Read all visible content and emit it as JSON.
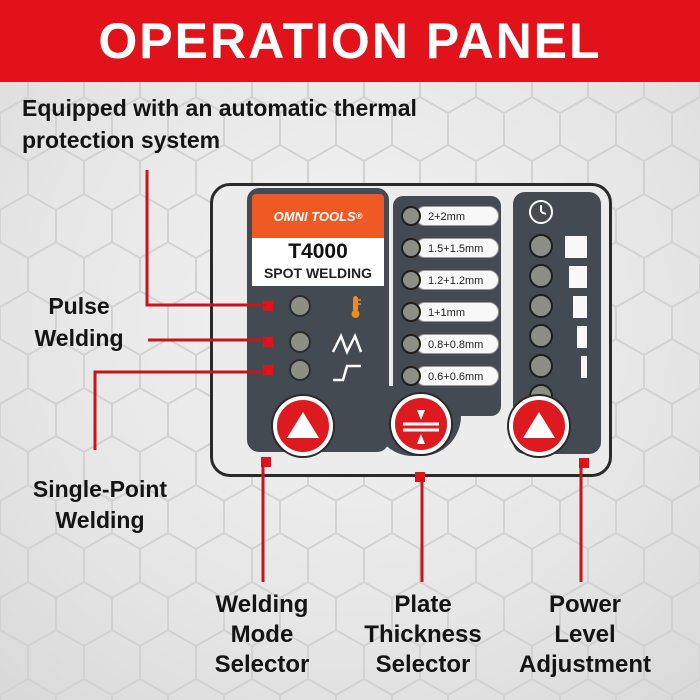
{
  "banner": {
    "title": "OPERATION PANEL"
  },
  "callouts": {
    "thermal": [
      "Equipped with an automatic thermal",
      "protection system"
    ],
    "pulse": [
      "Pulse",
      "Welding"
    ],
    "single_point": [
      "Single-Point",
      "Welding"
    ],
    "mode_selector": [
      "Welding",
      "Mode",
      "Selector"
    ],
    "plate_selector": [
      "Plate",
      "Thickness",
      "Selector"
    ],
    "power": [
      "Power",
      "Level",
      "Adjustment"
    ]
  },
  "panel": {
    "brand": "OMNI TOOLS",
    "registered_mark": "®",
    "model": "T4000",
    "model_sub": "SPOT WELDING",
    "thickness_options": [
      "2+2mm",
      "1.5+1.5mm",
      "1.2+1.2mm",
      "1+1mm",
      "0.8+0.8mm",
      "0.6+0.6mm"
    ],
    "power_levels": 5
  },
  "colors": {
    "banner": "#e2121b",
    "brand": "#ef5a24",
    "button": "#dd1a1f",
    "panel_dark": "#444a52",
    "led": "#8b8f85"
  },
  "icons": {
    "thermal": "thermometer-icon",
    "pulse": "pulse-wave-icon",
    "single": "step-wave-icon",
    "mode_button": "triangle-up-icon",
    "plate_button": "compress-arrows-icon",
    "power_button": "triangle-up-icon",
    "power_header": "clock-icon"
  }
}
